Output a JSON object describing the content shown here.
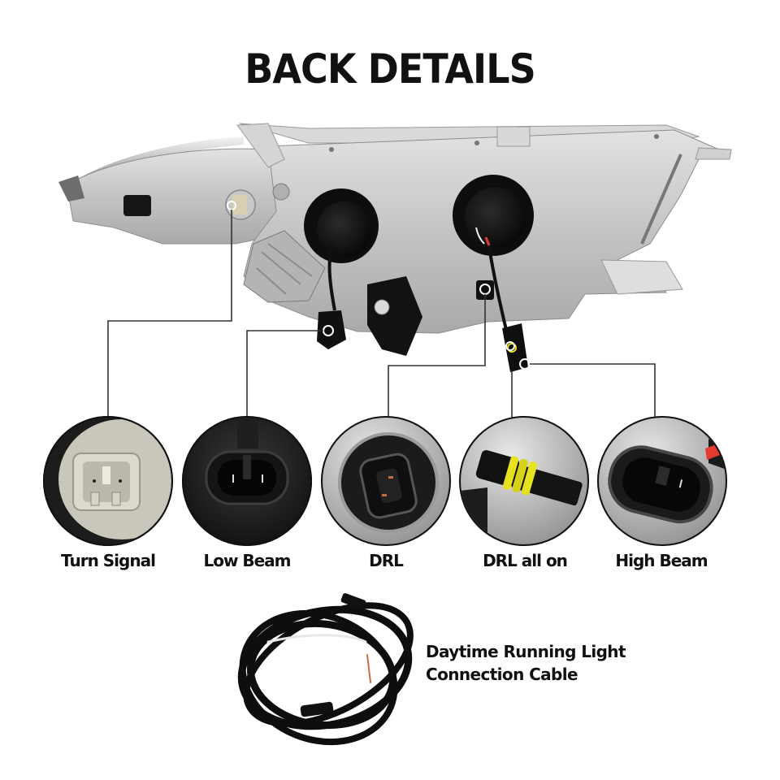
{
  "header": {
    "title": "BACK DETAILS"
  },
  "product": {
    "name": "headlight-assembly-rear-view"
  },
  "connectors": [
    {
      "label": "Turn Signal",
      "icon": "turn-signal-connector-icon",
      "color": "#d8d4c8"
    },
    {
      "label": "Low Beam",
      "icon": "low-beam-connector-icon",
      "color": "#1a1a1a"
    },
    {
      "label": "DRL",
      "icon": "drl-connector-icon",
      "color": "#222222"
    },
    {
      "label": "DRL all on",
      "icon": "drl-all-on-connector-icon",
      "color": "#e6e21e"
    },
    {
      "label": "High Beam",
      "icon": "high-beam-connector-icon",
      "color": "#1d1d1d"
    }
  ],
  "cable": {
    "line1": "Daytime Running Light",
    "line2": "Connection Cable"
  },
  "colors": {
    "text": "#111111",
    "callout_line": "#333333",
    "housing": "#c9c9c9",
    "accent_red": "#e53a2e",
    "accent_yellow": "#e6e21e"
  }
}
